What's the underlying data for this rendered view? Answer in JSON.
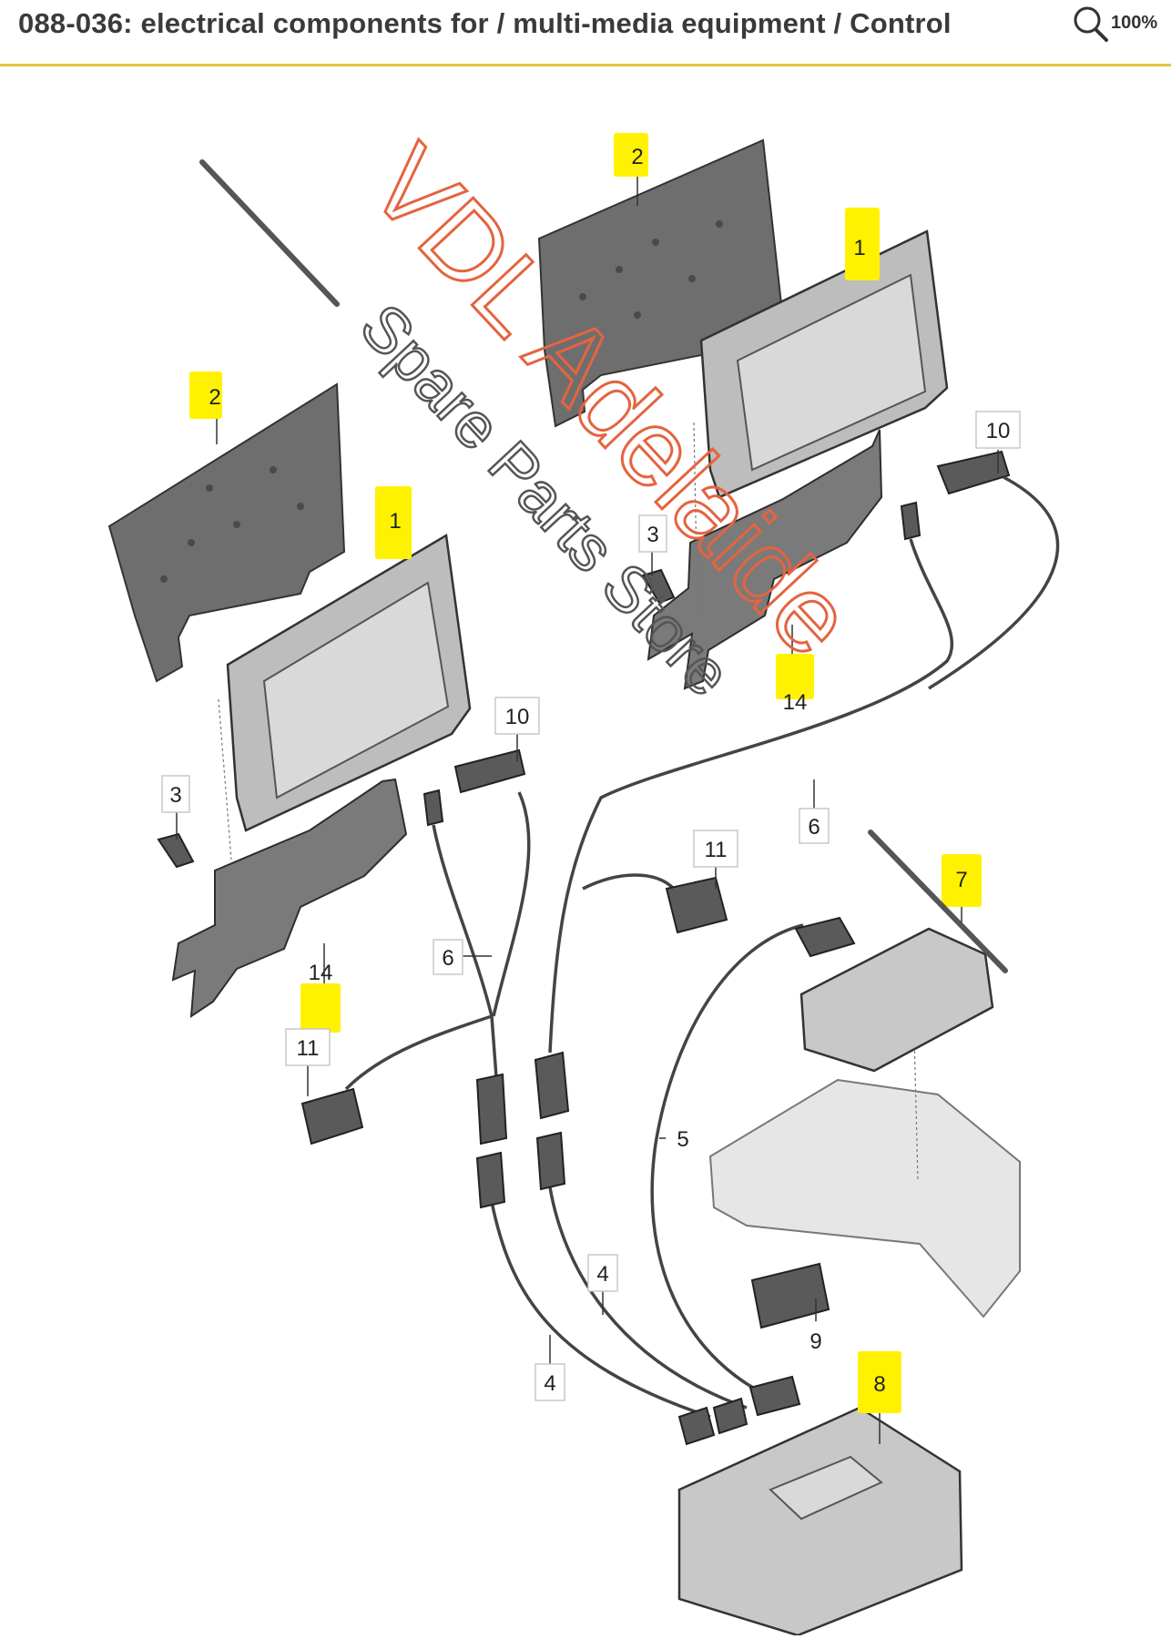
{
  "header": {
    "title": "088-036: electrical components for / multi-media equipment / Control",
    "zoom_label": "100%",
    "accent_color": "#e2c844"
  },
  "diagram": {
    "highlight_color": "#fff200",
    "callouts": {
      "c_2_left": "2",
      "c_1_left": "1",
      "c_2_right": "2",
      "c_1_right": "1",
      "c_3_left": "3",
      "c_3_right": "3",
      "c_10_left": "10",
      "c_10_right": "10",
      "c_14_left": "14",
      "c_14_right": "14",
      "c_6_left": "6",
      "c_6_right": "6",
      "c_11_left": "11",
      "c_11_right": "11",
      "c_7": "7",
      "c_5": "5",
      "c_4_left": "4",
      "c_4_right": "4",
      "c_9": "9",
      "c_8": "8"
    }
  },
  "watermark": {
    "line1": "VDL Adelaide",
    "line2": "Spare Parts Store",
    "color": "#e4643f"
  }
}
